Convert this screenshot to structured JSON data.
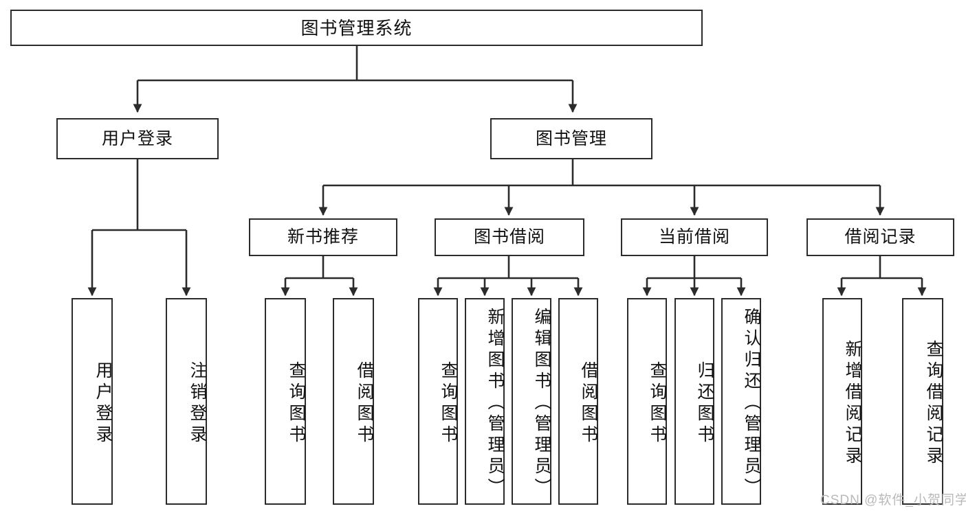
{
  "diagram": {
    "title": "图书管理系统",
    "root": {
      "label": "图书管理系统"
    },
    "level1": [
      {
        "label": "用户登录"
      },
      {
        "label": "图书管理"
      }
    ],
    "level2": [
      {
        "label": "新书推荐"
      },
      {
        "label": "图书借阅"
      },
      {
        "label": "当前借阅"
      },
      {
        "label": "借阅记录"
      }
    ],
    "leaves": {
      "user_login": [
        {
          "label": "用户登录"
        },
        {
          "label": "注销登录"
        }
      ],
      "new_book_recommend": [
        {
          "label": "查询图书"
        },
        {
          "label": "借阅图书"
        }
      ],
      "book_borrow": [
        {
          "label": "查询图书"
        },
        {
          "label": "新增图书（管理员）"
        },
        {
          "label": "编辑图书（管理员）"
        },
        {
          "label": "借阅图书"
        }
      ],
      "current_borrow": [
        {
          "label": "查询图书"
        },
        {
          "label": "归还图书"
        },
        {
          "label": "确认归还（管理员）"
        }
      ],
      "borrow_record": [
        {
          "label": "新增借阅记录"
        },
        {
          "label": "查询借阅记录"
        }
      ]
    },
    "watermark": "CSDN @软件_小贺同学",
    "colors": {
      "line": "#2b2b2b",
      "box_fill": "#ffffff",
      "text": "#111111",
      "watermark": "#b9b9b9"
    }
  }
}
